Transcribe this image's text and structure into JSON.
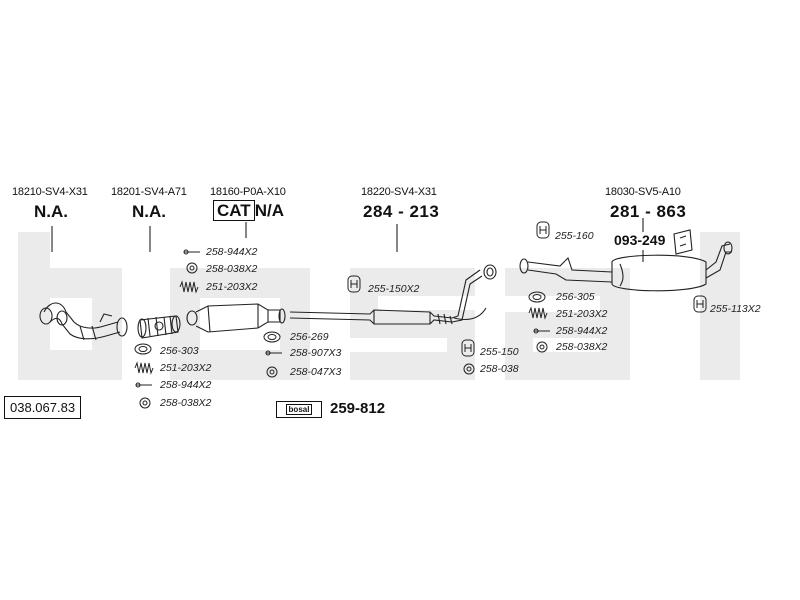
{
  "reference_code": "038.067.83",
  "watermark_text": "bosal",
  "groups": [
    {
      "part_no": "18210-SV4-X31",
      "label": "N.A."
    },
    {
      "part_no": "18201-SV4-A71",
      "label": "N.A."
    },
    {
      "part_no": "18160-P0A-X10",
      "label_cat": "CAT",
      "label": "N/A"
    },
    {
      "part_no": "18220-SV4-X31",
      "label": "284 - 213"
    },
    {
      "part_no": "18030-SV5-A10",
      "label": "281 - 863",
      "sub_label": "093-249"
    }
  ],
  "fittings": {
    "left_lower": [
      "256-303",
      "251-203X2",
      "258-944X2",
      "258-038X2"
    ],
    "cat_upper": [
      "258-944X2",
      "258-038X2",
      "251-203X2"
    ],
    "cat_lower": [
      "256-269",
      "258-907X3",
      "258-047X3"
    ],
    "mid": [
      "255-150X2"
    ],
    "center_lower": [
      "255-150",
      "258-038"
    ],
    "right_top": [
      "255-160"
    ],
    "right_mid": [
      "256-305",
      "251-203X2",
      "258-944X2",
      "258-038X2"
    ],
    "right_side": [
      "255-113X2"
    ]
  },
  "bosal_kit": {
    "brand": "bosal",
    "number": "259-812"
  }
}
